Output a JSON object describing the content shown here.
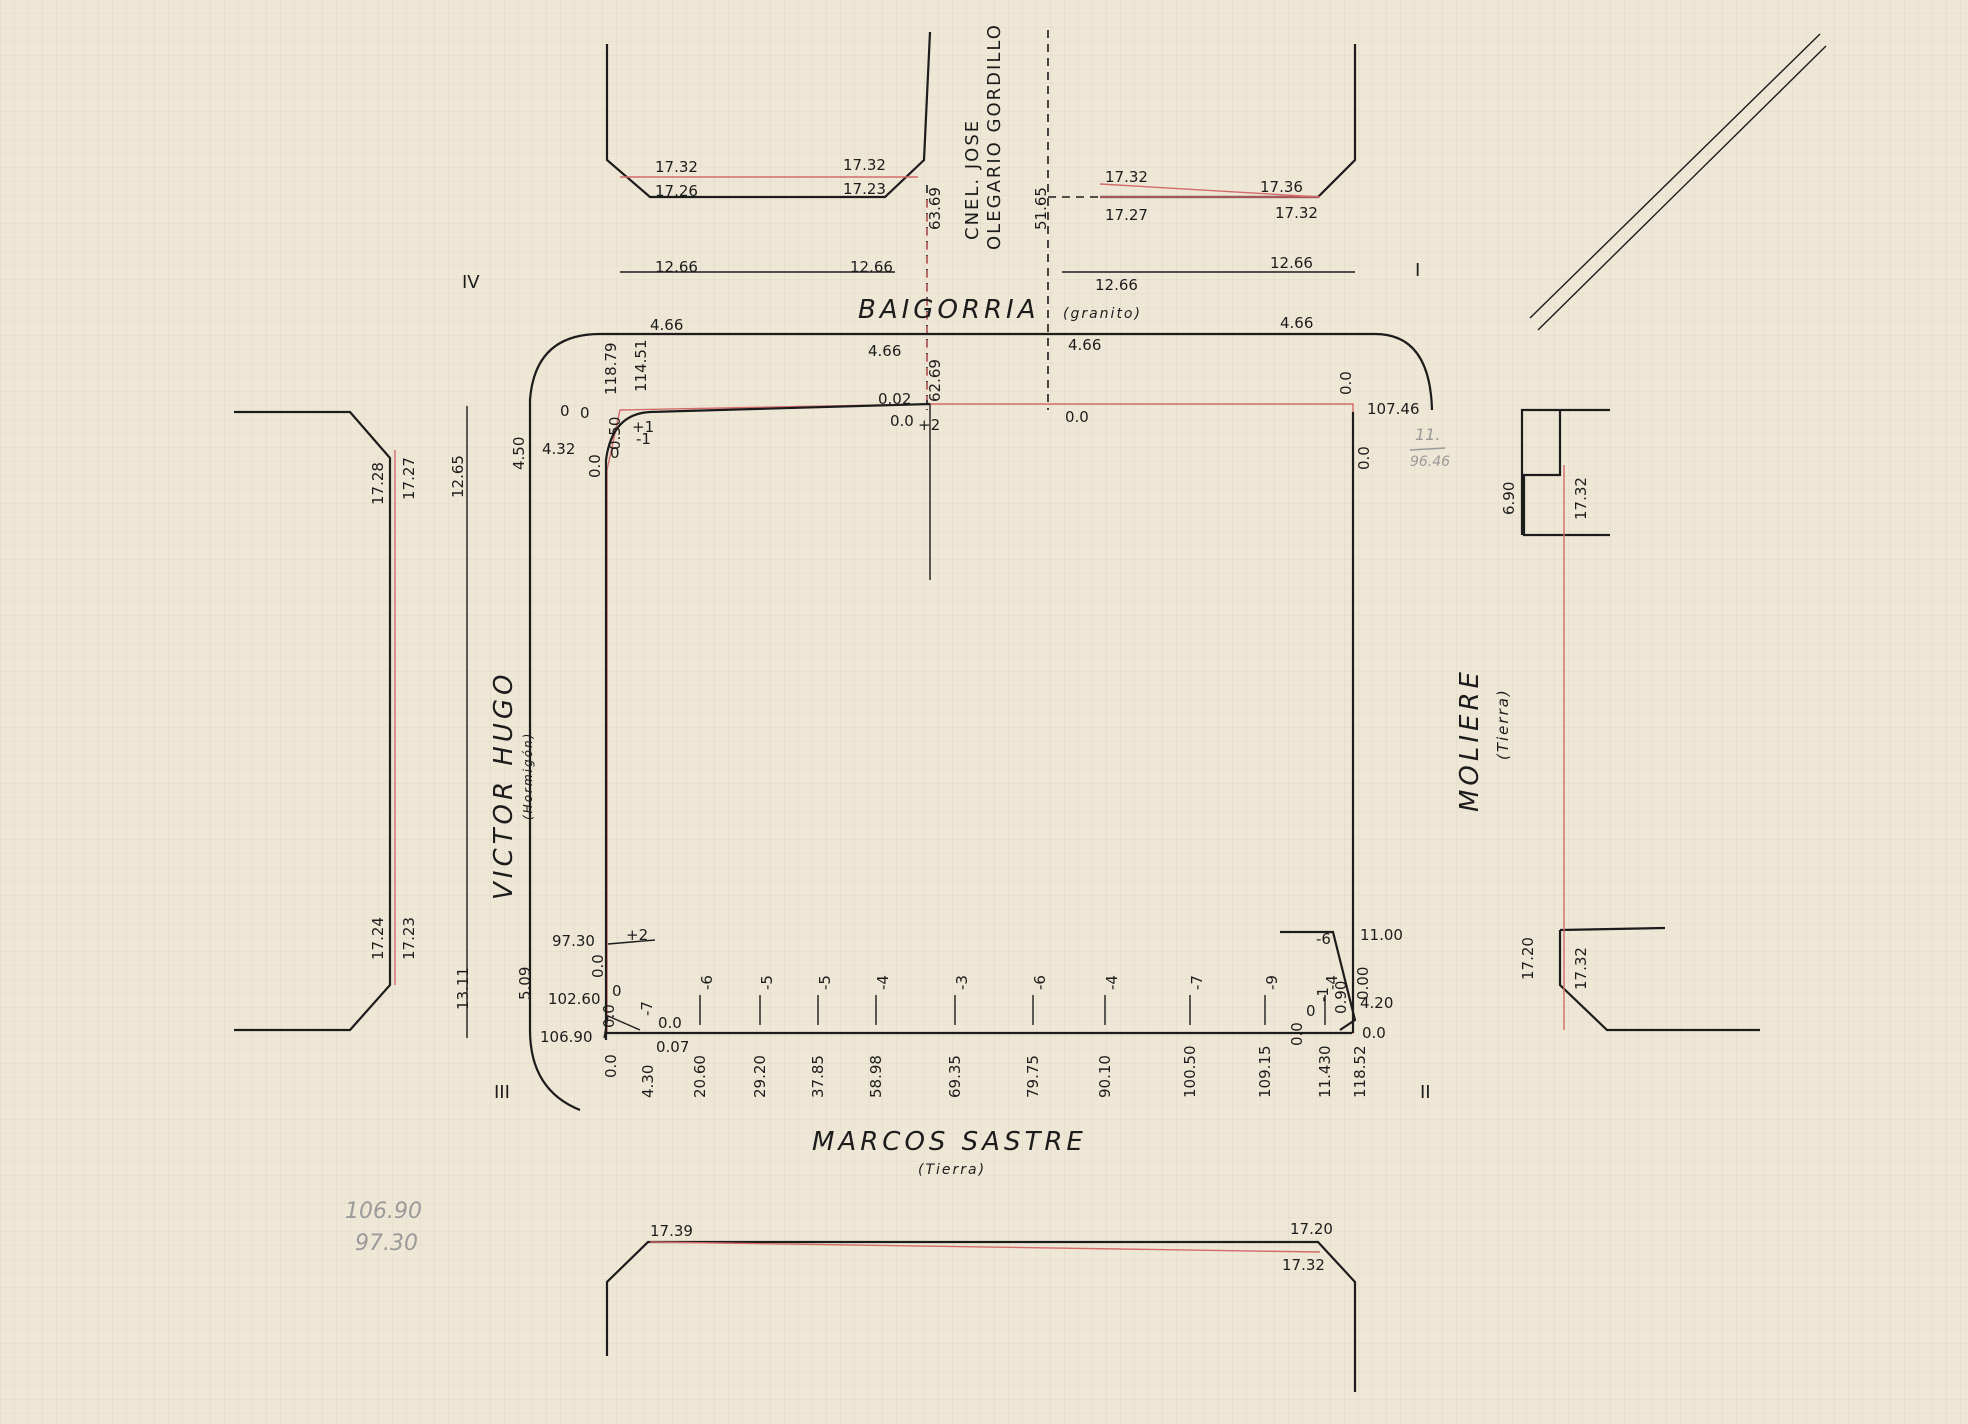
{
  "streets": {
    "north": {
      "name": "BAIGORRIA",
      "surface": "(granito)"
    },
    "south": {
      "name": "MARCOS SASTRE",
      "surface": "(Tierra)"
    },
    "west": {
      "name": "VICTOR HUGO",
      "surface": "(Hormigón)"
    },
    "east": {
      "name": "MOLIERE",
      "surface": "(Tierra)"
    },
    "top_line1": "CNEL. JOSE",
    "top_line2": "OLEGARIO GORDILLO"
  },
  "roman": {
    "iv": "IV",
    "i": "I",
    "iii": "III",
    "ii": "II"
  },
  "top_left_block": {
    "a": "17.32",
    "b": "17.32",
    "c": "17.26",
    "d": "17.23",
    "e": "12.66",
    "f": "12.66",
    "g": "63.69"
  },
  "top_right_block": {
    "a": "17.32",
    "b": "17.36",
    "c": "17.27",
    "d": "17.32",
    "e": "12.66",
    "f": "12.66",
    "g": "51.65"
  },
  "north_edge": {
    "a": "4.66",
    "b": "4.66",
    "c": "4.66",
    "d": "4.66",
    "e": "0.02",
    "f": "0.0",
    "g": "+2",
    "h": "62.69",
    "i": "0.0",
    "j": "0.0",
    "k": "107.46",
    "l": "0.0"
  },
  "nw_corner": {
    "a": "118.79",
    "b": "114.51",
    "c": "0",
    "d": "0",
    "e": "4.32",
    "f": "0.0",
    "g": "0.50",
    "h": "0",
    "i": "+1",
    "j": "-1",
    "k": "4.50"
  },
  "west_block": {
    "a": "17.28",
    "b": "17.27",
    "c": "12.65",
    "d": "17.24",
    "e": "17.23",
    "f": "13.11",
    "g": "5.09"
  },
  "sw_corner": {
    "a": "97.30",
    "b": "+2",
    "c": "102.60",
    "d": "0.0",
    "e": "0",
    "f": "106.90",
    "g": "0.0",
    "h": "-7",
    "i": "0.0",
    "j": "0.07",
    "k": "0.0"
  },
  "south_stations": [
    "4.30",
    "20.60",
    "29.20",
    "37.85",
    "58.98",
    "69.35",
    "79.75",
    "90.10",
    "100.50",
    "109.15",
    "11.430",
    "118.52"
  ],
  "south_levels": [
    "-7",
    "-6",
    "-5",
    "-5",
    "-4",
    "-3",
    "-6",
    "-4",
    "-7",
    "-9",
    "-4",
    "-4"
  ],
  "se_corner": {
    "a": "11.00",
    "b": "-6",
    "c": "0.00",
    "d": "4.20",
    "e": "0.0",
    "f": "0.0",
    "g": "0",
    "h": "-1",
    "i": "0.90"
  },
  "east_block": {
    "a": "6.90",
    "b": "17.32",
    "c": "17.20",
    "d": "17.32"
  },
  "south_block": {
    "a": "17.39",
    "b": "17.20",
    "c": "17.32"
  },
  "pencil": {
    "a": "11.",
    "b": "96.46",
    "c": "106.90",
    "d": "97.30"
  }
}
